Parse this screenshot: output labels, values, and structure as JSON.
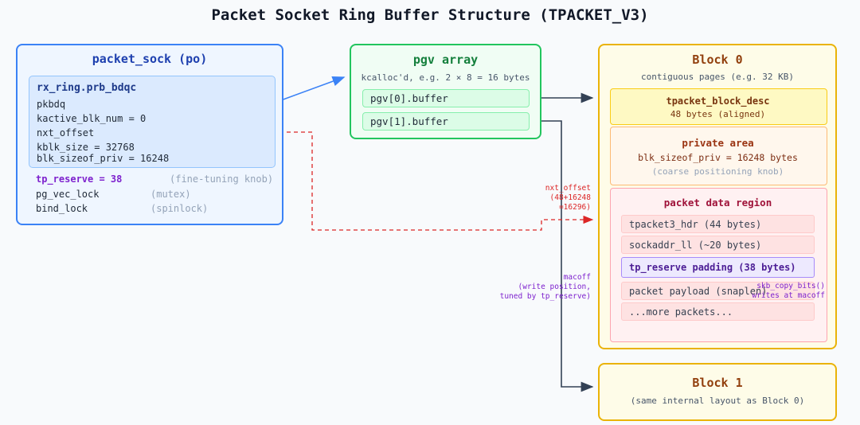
{
  "title": "Packet Socket Ring Buffer Structure (TPACKET_V3)",
  "packet_sock": {
    "header": "packet_sock (po)",
    "rx_ring": {
      "label": "rx_ring.prb_bdqc",
      "pkbdq": "pkbdq",
      "kactive": "kactive_blk_num = 0",
      "nxt_offset": "nxt_offset",
      "kblk_size": "kblk_size = 32768",
      "blk_sizeof_priv": "blk_sizeof_priv = 16248"
    },
    "tp_reserve": "tp_reserve = 38",
    "tp_reserve_note": "(fine-tuning knob)",
    "pg_vec_lock": "pg_vec_lock",
    "pg_vec_lock_note": "(mutex)",
    "bind_lock": "bind_lock",
    "bind_lock_note": "(spinlock)"
  },
  "pgv": {
    "header": "pgv array",
    "sub": "kcalloc'd, e.g. 2 × 8 = 16 bytes",
    "cells": [
      "pgv[0].buffer",
      "pgv[1].buffer"
    ]
  },
  "block0": {
    "header": "Block 0",
    "sub": "contiguous pages (e.g. 32 KB)",
    "desc": {
      "label": "tpacket_block_desc",
      "sub": "48 bytes (aligned)"
    },
    "private": {
      "label": "private area",
      "sub": "blk_sizeof_priv = 16248 bytes",
      "note": "(coarse positioning knob)"
    },
    "data": {
      "label": "packet data region",
      "items": [
        "tpacket3_hdr (44 bytes)",
        "sockaddr_ll (~20 bytes)",
        "tp_reserve padding (38 bytes)",
        "packet payload (snaplen)",
        "...more packets..."
      ]
    }
  },
  "block1": {
    "header": "Block 1",
    "sub": "(same internal layout as Block 0)"
  },
  "annotations": {
    "nxt_offset": [
      "nxt_offset",
      "(48+16248",
      "=16296)"
    ],
    "macoff": [
      "macoff",
      "(write position,",
      "tuned by tp_reserve)"
    ],
    "skb": [
      "skb_copy_bits()",
      "writes at macoff"
    ]
  },
  "colors": {
    "red": "#dc2626",
    "purple": "#7e22ce",
    "blue": "#3b82f6",
    "green": "#22c55e",
    "yellow": "#eab308",
    "dark": "#334155"
  }
}
